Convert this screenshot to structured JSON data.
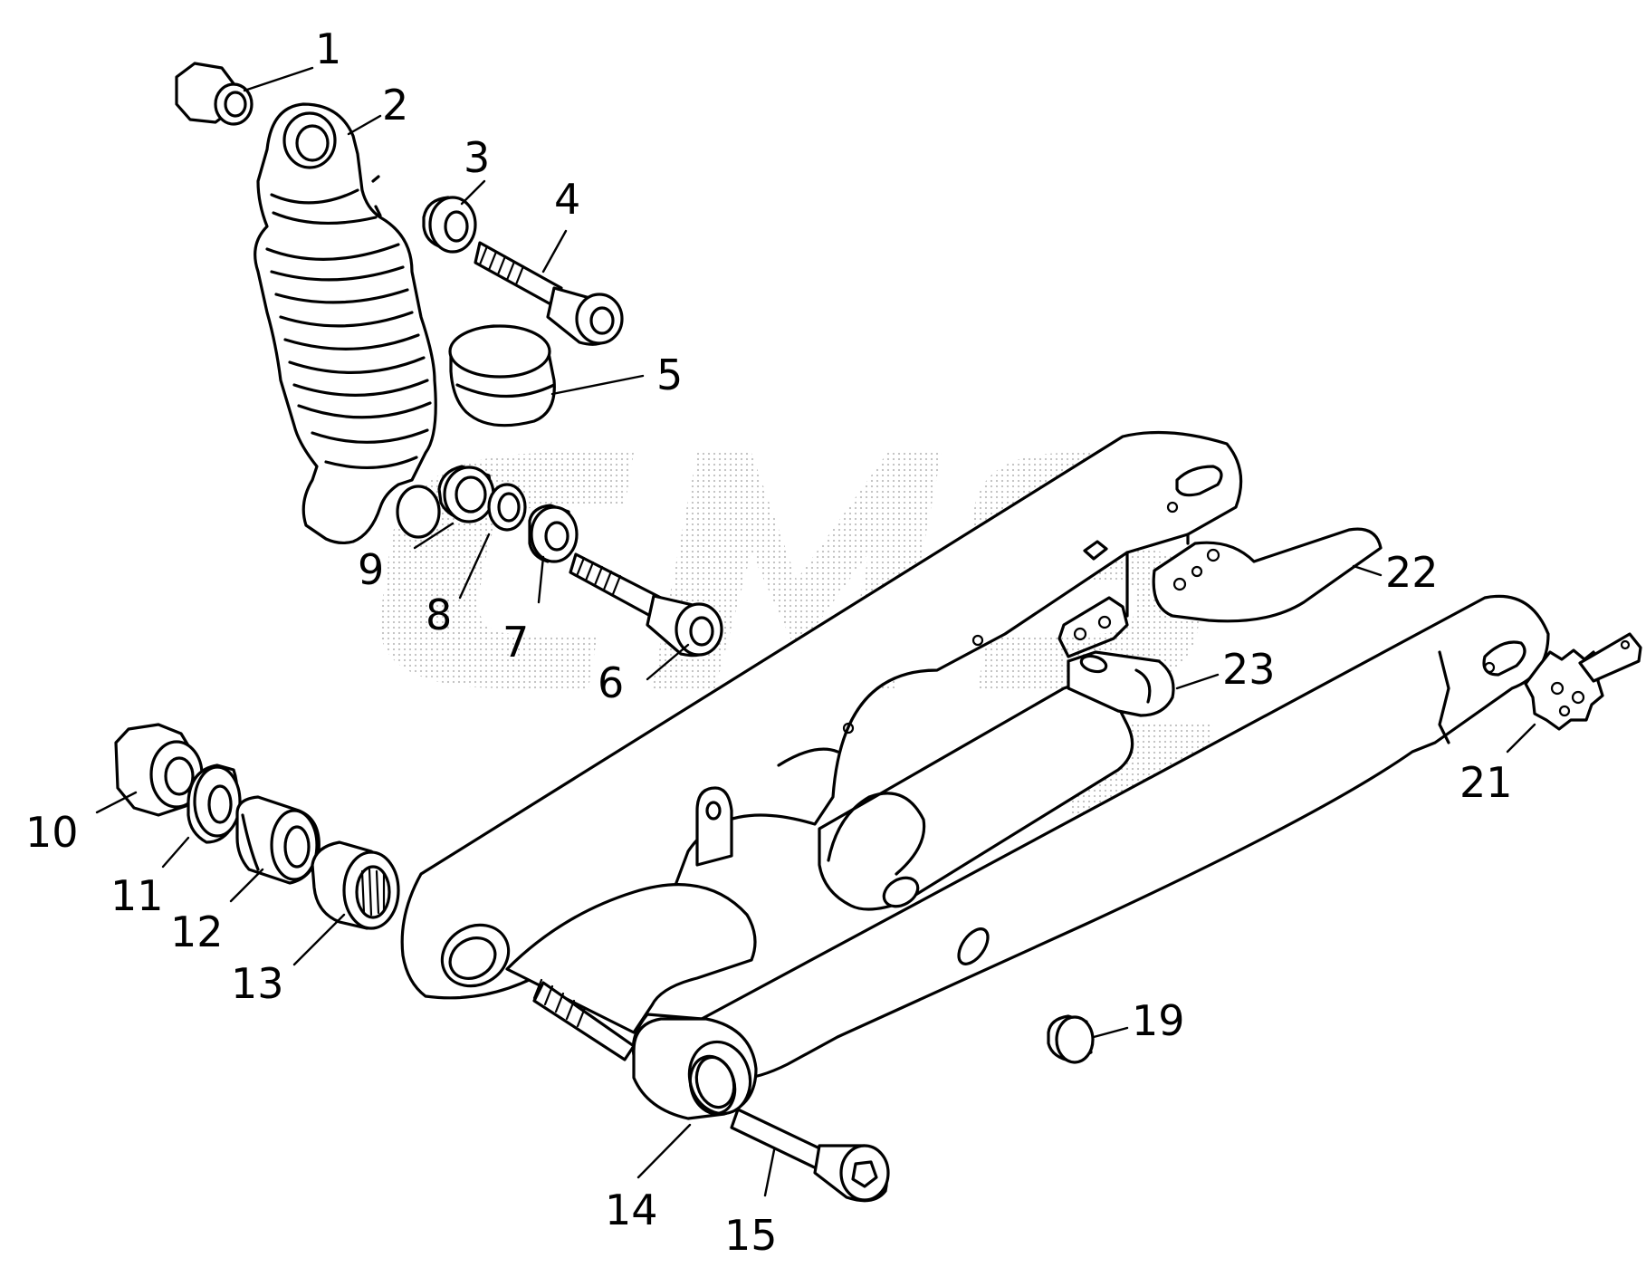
{
  "watermark": "CMS",
  "callouts": [
    {
      "id": "1",
      "text": "1"
    },
    {
      "id": "2",
      "text": "2"
    },
    {
      "id": "3",
      "text": "3"
    },
    {
      "id": "4",
      "text": "4"
    },
    {
      "id": "5",
      "text": "5"
    },
    {
      "id": "6",
      "text": "6"
    },
    {
      "id": "7",
      "text": "7"
    },
    {
      "id": "8",
      "text": "8"
    },
    {
      "id": "9",
      "text": "9"
    },
    {
      "id": "10",
      "text": "10"
    },
    {
      "id": "11",
      "text": "11"
    },
    {
      "id": "12",
      "text": "12"
    },
    {
      "id": "13",
      "text": "13"
    },
    {
      "id": "14",
      "text": "14"
    },
    {
      "id": "15",
      "text": "15"
    },
    {
      "id": "19",
      "text": "19"
    },
    {
      "id": "21",
      "text": "21"
    },
    {
      "id": "22",
      "text": "22"
    },
    {
      "id": "23",
      "text": "23"
    }
  ]
}
